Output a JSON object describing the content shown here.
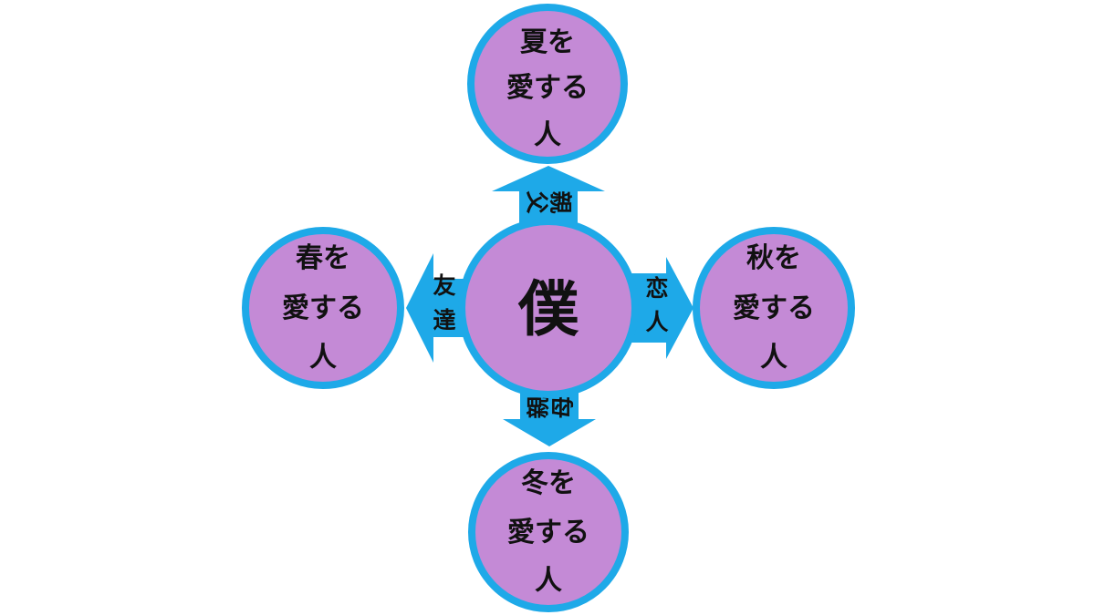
{
  "colors": {
    "node_fill": "#c48ad6",
    "node_border": "#1ea9e8",
    "arrow": "#1ea9e8",
    "text": "#111111",
    "background": "#ffffff"
  },
  "center": {
    "label": "僕"
  },
  "nodes": {
    "top": {
      "lines": [
        "夏を",
        "愛する",
        "人"
      ]
    },
    "left": {
      "lines": [
        "春を",
        "愛する",
        "人"
      ]
    },
    "right": {
      "lines": [
        "秋を",
        "愛する",
        "人"
      ]
    },
    "bottom": {
      "lines": [
        "冬を",
        "愛する",
        "人"
      ]
    }
  },
  "arrows": {
    "up": {
      "chars": [
        "父",
        "親"
      ]
    },
    "left": {
      "chars": [
        "友",
        "達"
      ]
    },
    "right": {
      "chars": [
        "恋",
        "人"
      ]
    },
    "down": {
      "chars": [
        "母",
        "親"
      ]
    }
  }
}
